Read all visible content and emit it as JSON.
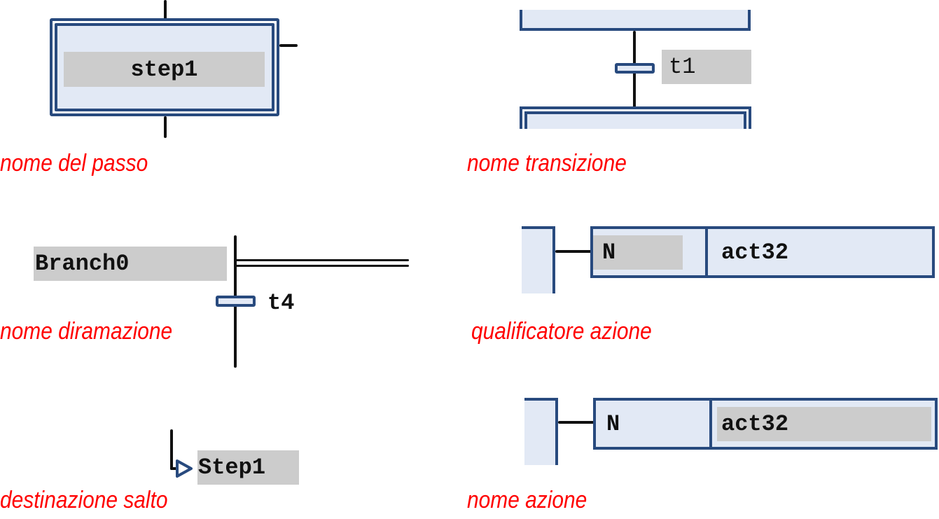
{
  "panels": {
    "step": {
      "element_label": "step1",
      "caption": "nome del passo"
    },
    "transition": {
      "element_label": "t1",
      "caption": "nome transizione"
    },
    "branch": {
      "element_label": "Branch0",
      "transition_label": "t4",
      "caption": "nome diramazione"
    },
    "action_qualifier": {
      "qualifier": "N",
      "action_name": "act32",
      "caption": "qualificatore azione"
    },
    "jump": {
      "element_label": "Step1",
      "caption": "destinazione salto"
    },
    "action_name": {
      "qualifier": "N",
      "action_name": "act32",
      "caption": "nome azione"
    }
  },
  "colors": {
    "caption": "#ff0000",
    "outline": "#284a7e",
    "fill": "#e2e9f5",
    "highlight": "#cccccc"
  }
}
